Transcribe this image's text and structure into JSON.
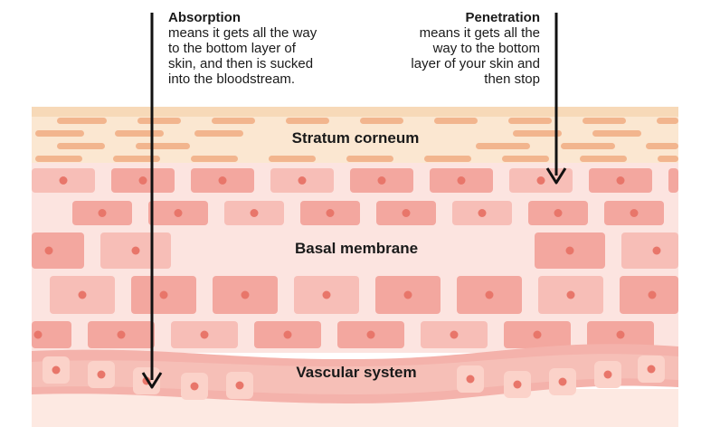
{
  "annotations": {
    "absorption": {
      "title": "Absorption",
      "text": "means it gets all the way\nto the bottom layer of\nskin, and then is sucked\ninto the bloodstream."
    },
    "penetration": {
      "title": "Penetration",
      "text": "means it gets all the\nway to the bottom\nlayer of your skin and\nthen stop"
    }
  },
  "layers": {
    "stratum_corneum": "Stratum corneum",
    "basal_membrane": "Basal membrane",
    "vascular_system": "Vascular system"
  },
  "colors": {
    "background": "#ffffff",
    "stratum_bg": "#fbe7d1",
    "stratum_cell": "#f2b58e",
    "epidermis_bg": "#fce4e0",
    "cell": "#f3a79f",
    "cell_light": "#f7beb7",
    "nucleus": "#e8766a",
    "vessel_wall": "#f4b2ab",
    "vessel_cell": "#fbd2c9",
    "dermis": "#fde9e2",
    "arrow": "#111111"
  }
}
